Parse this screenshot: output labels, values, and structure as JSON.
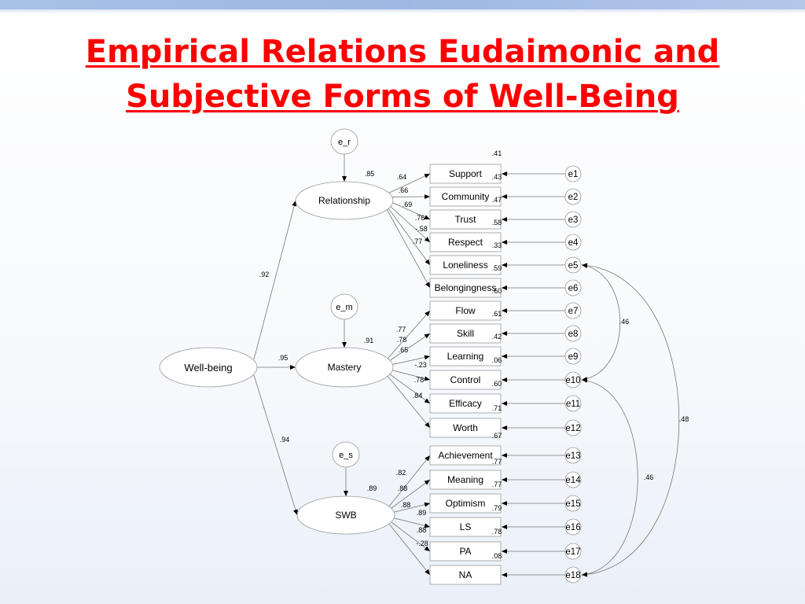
{
  "title": {
    "line1": "Empirical Relations Eudaimonic and",
    "line2": "Subjective Forms of Well-Being"
  },
  "diagram": {
    "root": "Well-being",
    "factors": {
      "relationship": {
        "label": "Relationship",
        "error": "e_r",
        "loading": ".92",
        "r2": ".85"
      },
      "mastery": {
        "label": "Mastery",
        "error": "e_m",
        "loading": ".95",
        "r2": ".91"
      },
      "swb": {
        "label": "SWB",
        "error": "e_s",
        "loading": ".94",
        "r2": ".89"
      }
    },
    "indicators": [
      {
        "label": "Support",
        "error": "e1",
        "r2": ".41"
      },
      {
        "label": "Community",
        "error": "e2",
        "r2": ".43"
      },
      {
        "label": "Trust",
        "error": "e3",
        "r2": ".47"
      },
      {
        "label": "Respect",
        "error": "e4",
        "r2": ".58"
      },
      {
        "label": "Loneliness",
        "error": "e5",
        "r2": ".33"
      },
      {
        "label": "Belongingness",
        "error": "e6",
        "r2": ".59"
      },
      {
        "label": "Flow",
        "error": "e7",
        "r2": ".60"
      },
      {
        "label": "Skill",
        "error": "e8",
        "r2": ".61"
      },
      {
        "label": "Learning",
        "error": "e9",
        "r2": ".42"
      },
      {
        "label": "Control",
        "error": "e10",
        "r2": ".06"
      },
      {
        "label": "Efficacy",
        "error": "e11",
        "r2": ".60"
      },
      {
        "label": "Worth",
        "error": "e12",
        "r2": ".71"
      },
      {
        "label": "Achievement",
        "error": "e13",
        "r2": ".67"
      },
      {
        "label": "Meaning",
        "error": "e14",
        "r2": ".77"
      },
      {
        "label": "Optimism",
        "error": "e15",
        "r2": ".77"
      },
      {
        "label": "LS",
        "error": "e16",
        "r2": ".79"
      },
      {
        "label": "PA",
        "error": "e17",
        "r2": ".78"
      },
      {
        "label": "NA",
        "error": "e18",
        "r2": ".08"
      }
    ],
    "loadings": {
      "relationship": [
        ".64",
        ".66",
        ".69",
        ".76",
        "-.58",
        ".77"
      ],
      "mastery": [
        ".77",
        ".78",
        ".65",
        "-.23",
        ".78",
        ".84"
      ],
      "swb": [
        ".82",
        ".88",
        ".88",
        ".89",
        ".88",
        "-.28"
      ]
    },
    "correlations": [
      {
        "between": "e5-e10",
        "value": ".46"
      },
      {
        "between": "e5-e18",
        "value": ".48"
      },
      {
        "between": "e10-e18",
        "value": ".46"
      }
    ]
  }
}
